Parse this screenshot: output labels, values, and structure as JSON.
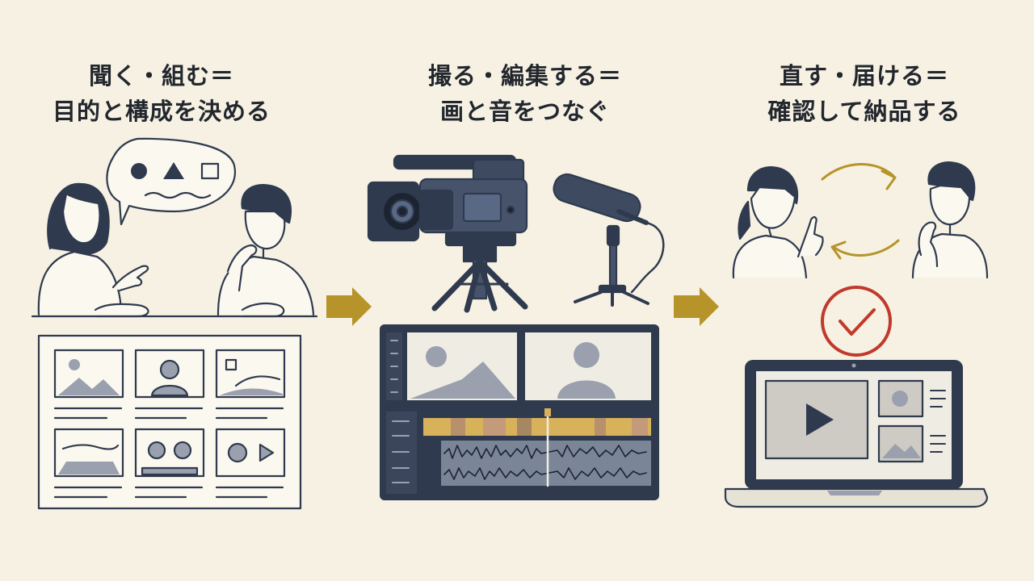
{
  "colors": {
    "navy": "#2f3a4e",
    "ink": "#22262d",
    "gold": "#b79429",
    "check_red": "#c1392b",
    "paper": "#f6f1e3",
    "panel_fill": "#fbf8ef",
    "grey_fill": "#9aa0ad"
  },
  "steps": [
    {
      "line1": "聞く・組む＝",
      "line2": "目的と構成を決める",
      "icons": [
        "speech-bubble-icon",
        "circle-shape-icon",
        "triangle-shape-icon",
        "square-shape-icon",
        "woman-icon",
        "man-icon",
        "storyboard-icon"
      ]
    },
    {
      "line1": "撮る・編集する＝",
      "line2": "画と音をつなぐ",
      "icons": [
        "video-camera-icon",
        "tripod-icon",
        "shotgun-microphone-icon",
        "editing-software-icon",
        "audio-waveform-icon"
      ]
    },
    {
      "line1": "直す・届ける＝",
      "line2": "確認して納品する",
      "icons": [
        "woman-pointing-icon",
        "man-thinking-icon",
        "feedback-loop-arrows-icon",
        "checkmark-icon",
        "laptop-icon",
        "play-icon"
      ]
    }
  ],
  "arrows": [
    "arrow-right-icon",
    "arrow-right-icon"
  ]
}
